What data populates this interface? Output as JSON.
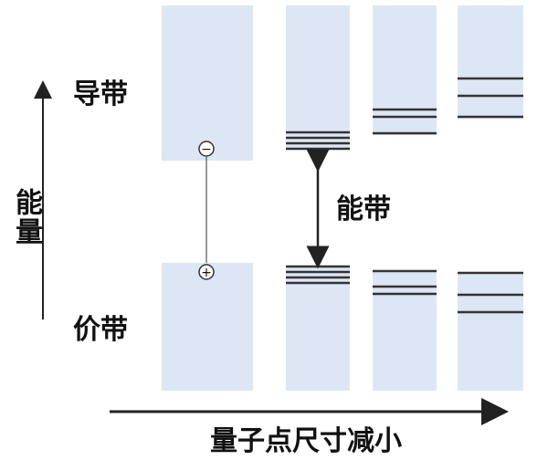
{
  "labels": {
    "conduction_band": "导带",
    "valence_band": "价带",
    "band_gap": "能带",
    "energy_axis": "能量",
    "size_axis": "量子点尺寸减小",
    "electron_symbol": "−",
    "hole_symbol": "+"
  },
  "colors": {
    "band_fill": "#dde6f4",
    "line": "#333333",
    "text": "#111111",
    "axis": "#222222"
  },
  "diagram": {
    "columns": [
      {
        "name": "bulk",
        "conduction_levels": 0,
        "valence_levels": 0,
        "continuous": true
      },
      {
        "name": "dot-large",
        "conduction_levels": 4,
        "valence_levels": 4
      },
      {
        "name": "dot-medium",
        "conduction_levels": 3,
        "valence_levels": 3
      },
      {
        "name": "dot-small",
        "conduction_levels": 3,
        "valence_levels": 3
      }
    ]
  }
}
